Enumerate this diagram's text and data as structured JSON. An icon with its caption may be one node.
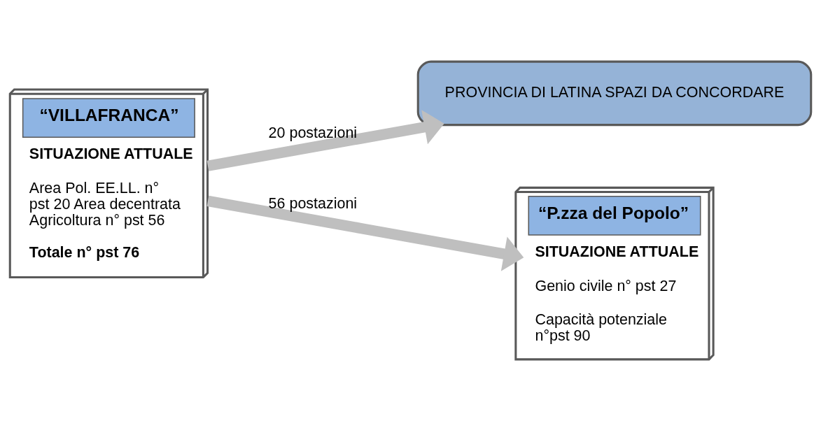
{
  "diagram": {
    "nodes": [
      {
        "text": [
          "“VILLAFRANCA”",
          "SITUAZIONE ATTUALE",
          "Area Pol. EE.LL. n° pst 20 Area decentrata Agricoltura n° pst 56",
          "Totale n° pst 76"
        ]
      },
      {
        "text": [
          "PROVINCIA DI LATINA SPAZI DA CONCORDARE"
        ]
      },
      {
        "text": [
          "“P.zza del Popolo”",
          "SITUAZIONE ATTUALE",
          "Genio civile n° pst 27",
          "Capacità potenziale n°pst 90"
        ]
      }
    ],
    "edges": [
      {
        "from": 0,
        "to": 1,
        "arrow": "to",
        "label": "20 postazioni"
      },
      {
        "from": 0,
        "to": 2,
        "arrow": "to",
        "label": "56 postazioni"
      }
    ]
  }
}
